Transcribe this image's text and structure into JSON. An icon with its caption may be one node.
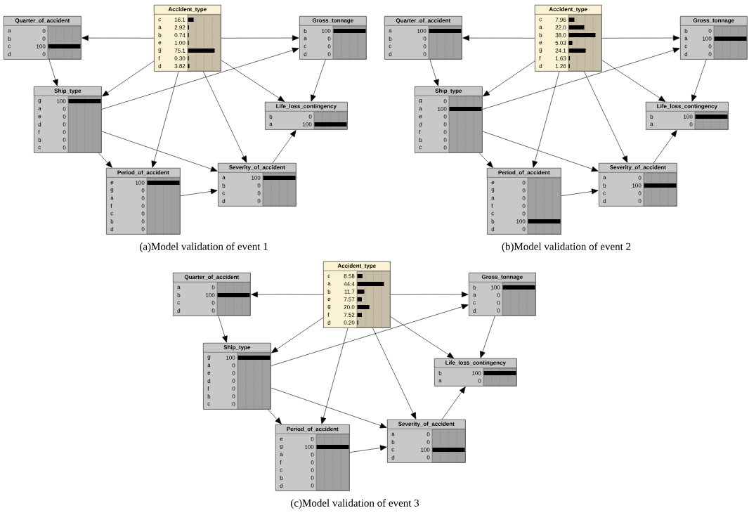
{
  "diagram": {
    "nodes": [
      {
        "text": [
          "Quarter_of_accident",
          "a",
          "0",
          "b",
          "0",
          "c",
          "100",
          "d",
          "0"
        ]
      },
      {
        "text": [
          "Accident_type",
          "c",
          "16.1",
          "a",
          "2.92",
          "b",
          "0.74",
          "e",
          "1.00",
          "g",
          "75.1",
          "f",
          "0.30",
          "d",
          "3.82"
        ]
      },
      {
        "text": [
          "Gross_tonnage",
          "b",
          "100",
          "a",
          "0",
          "c",
          "0",
          "d",
          "0"
        ]
      },
      {
        "text": [
          "Ship_type",
          "g",
          "100",
          "a",
          "0",
          "e",
          "0",
          "d",
          "0",
          "f",
          "0",
          "b",
          "0",
          "c",
          "0"
        ]
      },
      {
        "text": [
          "Life_loss_contingency",
          "b",
          "0",
          "a",
          "100"
        ]
      },
      {
        "text": [
          "Period_of_accident",
          "e",
          "100",
          "g",
          "0",
          "a",
          "0",
          "f",
          "0",
          "c",
          "0",
          "b",
          "0",
          "d",
          "0"
        ]
      },
      {
        "text": [
          "Severity_of_accident",
          "a",
          "100",
          "b",
          "0",
          "c",
          "0",
          "d",
          "0"
        ]
      },
      {
        "text": [
          "Quarter_of_accident",
          "a",
          "100",
          "b",
          "0",
          "c",
          "0",
          "d",
          "0"
        ]
      },
      {
        "text": [
          "Accident_type",
          "c",
          "7.96",
          "a",
          "22.0",
          "b",
          "38.0",
          "e",
          "5.03",
          "g",
          "24.1",
          "f",
          "1.63",
          "d",
          "1.26"
        ]
      },
      {
        "text": [
          "Gross_tonnage",
          "b",
          "0",
          "a",
          "100",
          "c",
          "0",
          "d",
          "0"
        ]
      },
      {
        "text": [
          "Ship_type",
          "g",
          "0",
          "a",
          "100",
          "e",
          "0",
          "d",
          "0",
          "f",
          "0",
          "b",
          "0",
          "c",
          "0"
        ]
      },
      {
        "text": [
          "Life_loss_contingency",
          "b",
          "100",
          "a",
          "0"
        ]
      },
      {
        "text": [
          "Period_of_accident",
          "e",
          "0",
          "g",
          "0",
          "a",
          "0",
          "f",
          "0",
          "c",
          "0",
          "b",
          "100",
          "d",
          "0"
        ]
      },
      {
        "text": [
          "Severity_of_accident",
          "a",
          "0",
          "b",
          "100",
          "c",
          "0",
          "d",
          "0"
        ]
      },
      {
        "text": [
          "Quarter_of_accident",
          "a",
          "0",
          "b",
          "100",
          "c",
          "0",
          "d",
          "0"
        ]
      },
      {
        "text": [
          "Accident_type",
          "c",
          "8.58",
          "a",
          "44.4",
          "b",
          "11.7",
          "e",
          "7.57",
          "g",
          "20.0",
          "f",
          "7.52",
          "d",
          "0.20"
        ]
      },
      {
        "text": [
          "Gross_tonnage",
          "b",
          "100",
          "a",
          "0",
          "c",
          "0",
          "d",
          "0"
        ]
      },
      {
        "text": [
          "Ship_type",
          "g",
          "100",
          "a",
          "0",
          "e",
          "0",
          "d",
          "0",
          "f",
          "0",
          "b",
          "0",
          "c",
          "0"
        ]
      },
      {
        "text": [
          "Life_loss_contingency",
          "b",
          "100",
          "a",
          "0"
        ]
      },
      {
        "text": [
          "Period_of_accident",
          "e",
          "0",
          "g",
          "100",
          "a",
          "0",
          "f",
          "0",
          "c",
          "0",
          "b",
          "0",
          "d",
          "0"
        ]
      },
      {
        "text": [
          "Severity_of_accident",
          "a",
          "0",
          "b",
          "0",
          "c",
          "100",
          "d",
          "0"
        ]
      }
    ],
    "edges": [
      {
        "from": 1,
        "to": 0,
        "arrow": "to"
      },
      {
        "from": 1,
        "to": 2,
        "arrow": "to"
      },
      {
        "from": 1,
        "to": 3,
        "arrow": "to"
      },
      {
        "from": 1,
        "to": 5,
        "arrow": "to"
      },
      {
        "from": 1,
        "to": 6,
        "arrow": "to"
      },
      {
        "from": 1,
        "to": 4,
        "arrow": "to"
      },
      {
        "from": 0,
        "to": 3,
        "arrow": "to"
      },
      {
        "from": 3,
        "to": 2,
        "arrow": "to"
      },
      {
        "from": 3,
        "to": 5,
        "arrow": "to"
      },
      {
        "from": 3,
        "to": 6,
        "arrow": "to"
      },
      {
        "from": 2,
        "to": 4,
        "arrow": "to"
      },
      {
        "from": 5,
        "to": 6,
        "arrow": "to"
      },
      {
        "from": 6,
        "to": 4,
        "arrow": "to"
      },
      {
        "from": 8,
        "to": 7,
        "arrow": "to"
      },
      {
        "from": 8,
        "to": 9,
        "arrow": "to"
      },
      {
        "from": 8,
        "to": 10,
        "arrow": "to"
      },
      {
        "from": 8,
        "to": 12,
        "arrow": "to"
      },
      {
        "from": 8,
        "to": 13,
        "arrow": "to"
      },
      {
        "from": 8,
        "to": 11,
        "arrow": "to"
      },
      {
        "from": 7,
        "to": 10,
        "arrow": "to"
      },
      {
        "from": 10,
        "to": 9,
        "arrow": "to"
      },
      {
        "from": 10,
        "to": 12,
        "arrow": "to"
      },
      {
        "from": 10,
        "to": 13,
        "arrow": "to"
      },
      {
        "from": 9,
        "to": 11,
        "arrow": "to"
      },
      {
        "from": 12,
        "to": 13,
        "arrow": "to"
      },
      {
        "from": 13,
        "to": 11,
        "arrow": "to"
      },
      {
        "from": 15,
        "to": 14,
        "arrow": "to"
      },
      {
        "from": 15,
        "to": 16,
        "arrow": "to"
      },
      {
        "from": 15,
        "to": 17,
        "arrow": "to"
      },
      {
        "from": 15,
        "to": 19,
        "arrow": "to"
      },
      {
        "from": 15,
        "to": 20,
        "arrow": "to"
      },
      {
        "from": 15,
        "to": 18,
        "arrow": "to"
      },
      {
        "from": 14,
        "to": 17,
        "arrow": "to"
      },
      {
        "from": 17,
        "to": 16,
        "arrow": "to"
      },
      {
        "from": 17,
        "to": 19,
        "arrow": "to"
      },
      {
        "from": 17,
        "to": 20,
        "arrow": "to"
      },
      {
        "from": 16,
        "to": 18,
        "arrow": "to"
      },
      {
        "from": 19,
        "to": 20,
        "arrow": "to"
      },
      {
        "from": 20,
        "to": 18,
        "arrow": "to"
      }
    ],
    "labels": [
      "(a)Model validation of event 1",
      "(b)Model validation of event 2",
      "(c)Model validation of event 3"
    ]
  }
}
